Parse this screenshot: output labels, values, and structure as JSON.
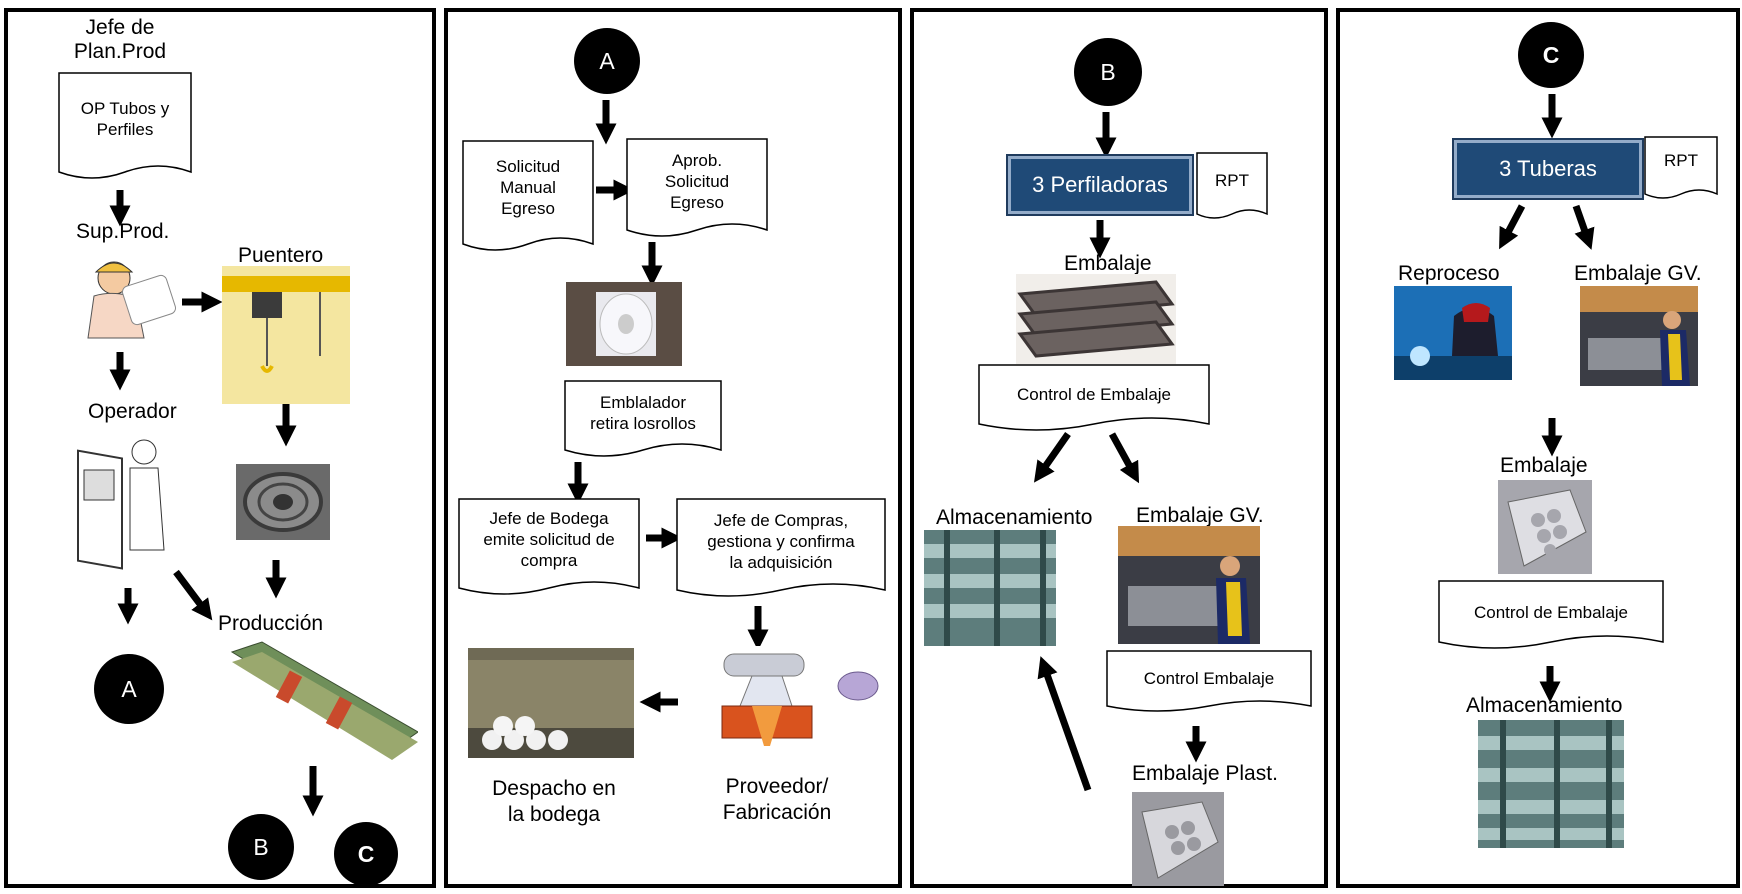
{
  "panel1": {
    "jefe_plan": "Jefe de\nPlan.Prod",
    "doc_op": "OP Tubos y\nPerfiles",
    "sup_prod": "Sup.Prod.",
    "puentero": "Puentero",
    "operador": "Operador",
    "produccion": "Producción",
    "circle_a": "A",
    "circle_b": "B",
    "circle_c": "C"
  },
  "panel2": {
    "circle_a": "A",
    "doc_solicitud": "Solicitud\nManual\nEgreso",
    "doc_aprob": "Aprob.\nSolicitud\nEgreso",
    "doc_emb": "Emblalador\nretira losrollos",
    "doc_jefe_bodega": "Jefe de Bodega\nemite solicitud de\ncompra",
    "doc_jefe_compras": "Jefe de Compras,\ngestiona y confirma\nla adquisición",
    "despacho": "Despacho en\nla bodega",
    "proveedor": "Proveedor/\nFabricación"
  },
  "panel3": {
    "circle_b": "B",
    "perfiladoras": "3 Perfiladoras",
    "rpt": "RPT",
    "embalaje": "Embalaje",
    "control_embalaje": "Control de Embalaje",
    "almacenamiento": "Almacenamiento",
    "embalaje_gv": "Embalaje GV.",
    "control_embalaje2": "Control  Embalaje",
    "embalaje_plast": "Embalaje Plast."
  },
  "panel4": {
    "circle_c": "C",
    "tuberas": "3 Tuberas",
    "rpt": "RPT",
    "reproceso": "Reproceso",
    "embalaje_gv": "Embalaje GV.",
    "embalaje": "Embalaje",
    "control_embalaje": "Control de Embalaje",
    "almacenamiento": "Almacenamiento"
  },
  "colors": {
    "blue_box": "#1f4a77",
    "blue_border": "#94acc9"
  }
}
